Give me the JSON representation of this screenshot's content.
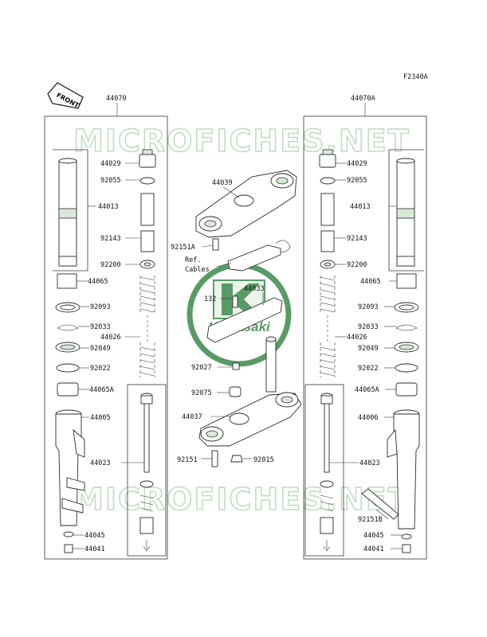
{
  "figure_code": "F2340A",
  "front_label": "FRONT",
  "watermark_text": "MICROFICHES.NET",
  "logo_text": "Kawasaki",
  "colors": {
    "watermark": "#c3dbc3",
    "logo": "#3c8a4c",
    "ink": "#111111"
  },
  "assemblies": {
    "left": "44070",
    "right": "44070A"
  },
  "labels": {
    "l_44029": "44029",
    "l_92055": "92055",
    "l_44013": "44013",
    "l_92143": "92143",
    "l_92200": "92200",
    "l_44065": "44065",
    "l_92093": "92093",
    "l_92033": "92033",
    "l_44026": "44026",
    "l_92049": "92049",
    "l_92022": "92022",
    "l_44065A": "44065A",
    "l_44005": "44005",
    "l_44023": "44023",
    "l_44045": "44045",
    "l_44041": "44041",
    "r_44029": "44029",
    "r_92055": "92055",
    "r_44013": "44013",
    "r_92143": "92143",
    "r_92200": "92200",
    "r_44065": "44065",
    "r_92093": "92093",
    "r_92033": "92033",
    "r_44026": "44026",
    "r_92049": "92049",
    "r_92022": "92022",
    "r_44065A": "44065A",
    "r_44006": "44006",
    "r_44023": "44023",
    "r_92151B": "92151B",
    "r_44045": "44045",
    "r_44041": "44041",
    "c_44039": "44039",
    "c_92151A": "92151A",
    "c_ref_line1": "Ref.",
    "c_ref_line2": "Cables",
    "c_44033": "44033",
    "c_132": "132",
    "c_92027": "92027",
    "c_92075": "92075",
    "c_44037": "44037",
    "c_92151": "92151",
    "c_92015": "92015"
  }
}
